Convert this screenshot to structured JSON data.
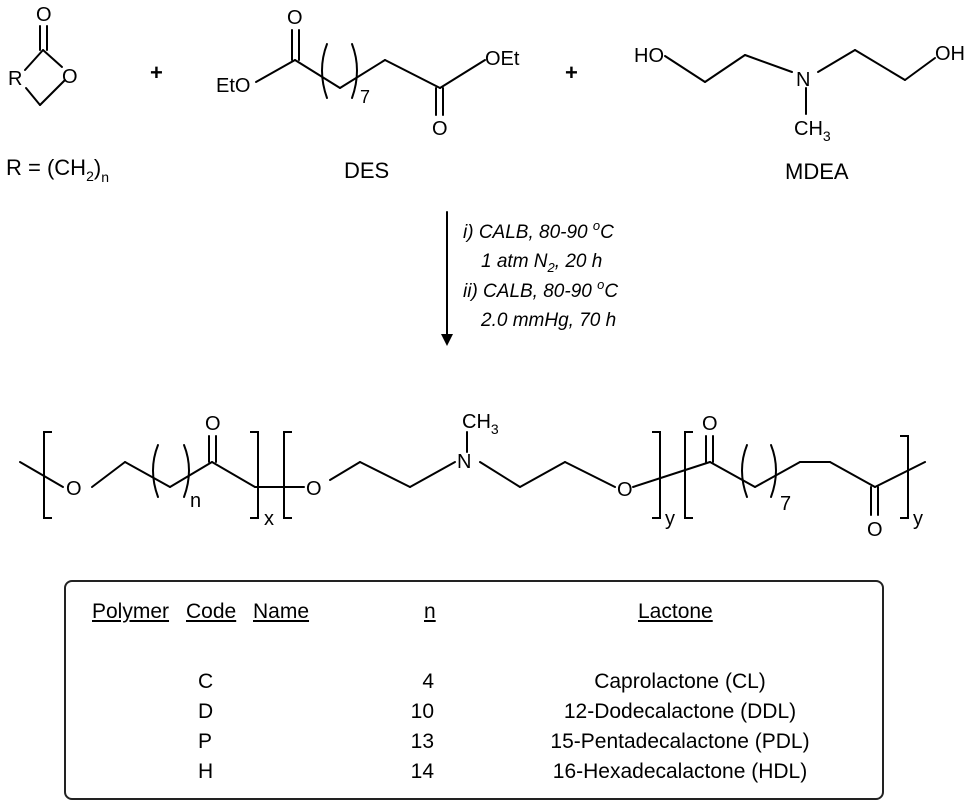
{
  "reactants": {
    "lactone": {
      "ring_R": "R",
      "ring_O": "O",
      "carbonyl_O": "O",
      "def_prefix": "R = (CH",
      "def_sub2": "2",
      "def_close": ")",
      "def_subn": "n"
    },
    "plus": "+",
    "des": {
      "label": "DES",
      "left_group": "EtO",
      "right_group": "OEt",
      "carbonyl_O": "O",
      "repeat": "7"
    },
    "mdea": {
      "label": "MDEA",
      "ho_left": "HO",
      "oh_right": "OH",
      "N": "N",
      "ch": "CH",
      "ch_sub": "3"
    }
  },
  "conditions": {
    "line1_a": "i) CALB, 80-90 ",
    "line1_sup": "o",
    "line1_b": "C",
    "line2_a": "1 atm N",
    "line2_sub": "2",
    "line2_b": ", 20 h",
    "line3_a": "ii) CALB, 80-90 ",
    "line3_sup": "o",
    "line3_b": "C",
    "line4": "2.0 mmHg, 70 h"
  },
  "polymer": {
    "O1": "O",
    "carbonyl_O1": "O",
    "n": "n",
    "x": "x",
    "O2": "O",
    "N": "N",
    "ch": "CH",
    "ch_sub": "3",
    "O3": "O",
    "y1": "y",
    "carbonyl_O2": "O",
    "seven": "7",
    "carbonyl_O3": "O",
    "y2": "y"
  },
  "table": {
    "headers": {
      "polymer": "Polymer",
      "code": "Code",
      "name": "Name",
      "n": "n",
      "lactone": "Lactone"
    },
    "rows": [
      {
        "code": "C",
        "n": "4",
        "lactone": "Caprolactone (CL)"
      },
      {
        "code": "D",
        "n": "10",
        "lactone": "12-Dodecalactone (DDL)"
      },
      {
        "code": "P",
        "n": "13",
        "lactone": "15-Pentadecalactone (PDL)"
      },
      {
        "code": "H",
        "n": "14",
        "lactone": "16-Hexadecalactone (HDL)"
      }
    ]
  }
}
